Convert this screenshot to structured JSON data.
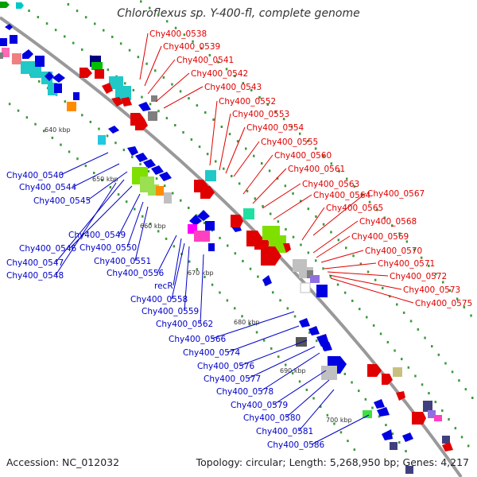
{
  "header": {
    "title": "Chloroflexus sp. Y-400-fl, complete genome"
  },
  "footer": {
    "accession": "Accession: NC_012032",
    "topology": "Topology: circular; Length: 5,268,950 bp; Genes: 4,217"
  },
  "colors": {
    "forward_label": "#e00000",
    "reverse_label": "#0000c8",
    "backbone": "#999999",
    "gc_dots": "#3c9a3c"
  },
  "ticks": [
    "640 kbp",
    "650 kbp",
    "660 kbp",
    "670 kbp",
    "680 kbp",
    "690 kbp",
    "700 kbp"
  ],
  "labels_forward": [
    "Chy400_0538",
    "Chy400_0539",
    "Chy400_0541",
    "Chy400_0542",
    "Chy400_0543",
    "Chy400_0552",
    "Chy400_0553",
    "Chy400_0554",
    "Chy400_0555",
    "Chy400_0560",
    "Chy400_0561",
    "Chy400_0563",
    "Chy400_0564",
    "Chy400_0567",
    "Chy400_0565",
    "Chy400_0568",
    "Chy400_0569",
    "Chy400_0570",
    "Chy400_0571",
    "Chy400_0572",
    "Chy400_0573",
    "Chy400_0575"
  ],
  "labels_reverse": [
    "Chy400_0540",
    "Chy400_0544",
    "Chy400_0545",
    "Chy400_0546",
    "Chy400_0549",
    "Chy400_0547",
    "Chy400_0550",
    "Chy400_0548",
    "Chy400_0551",
    "Chy400_0556",
    "recR",
    "Chy400_0558",
    "Chy400_0559",
    "Chy400_0562",
    "Chy400_0566",
    "Chy400_0574",
    "Chy400_0576",
    "Chy400_0577",
    "Chy400_0578",
    "Chy400_0579",
    "Chy400_0580",
    "Chy400_0581",
    "Chy400_0586"
  ]
}
